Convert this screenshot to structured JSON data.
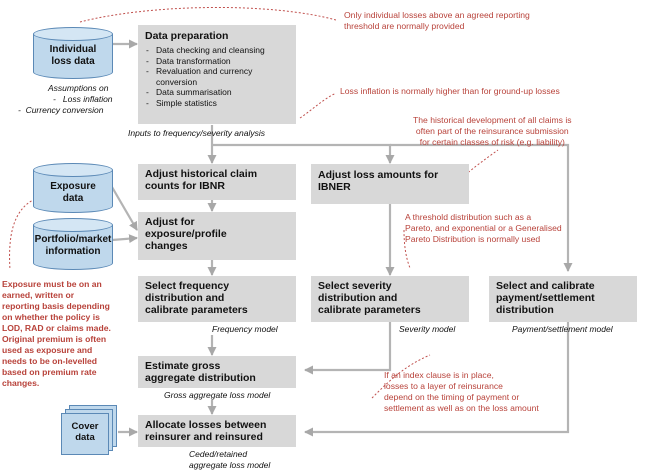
{
  "data_sources": {
    "individual_loss": "Individual\nloss data",
    "exposure": "Exposure\ndata",
    "portfolio": "Portfolio/market\ninformation",
    "cover": "Cover\ndata"
  },
  "assumptions": {
    "title": "Assumptions on",
    "items": [
      "Loss inflation",
      "Currency conversion"
    ]
  },
  "data_prep": {
    "title": "Data preparation",
    "items": [
      "Data checking and cleansing",
      "Data transformation",
      "Revaluation and currency conversion",
      "Data summarisation",
      "Simple statistics"
    ]
  },
  "captions": {
    "inputs": "Inputs to frequency/severity analysis",
    "frequency_model": "Frequency model",
    "severity_model": "Severity model",
    "payment_model": "Payment/settlement model",
    "gross_model": "Gross aggregate loss model",
    "ceded_model": "Ceded/retained\naggregate loss model"
  },
  "steps": {
    "adjust_counts": "Adjust historical claim\ncounts for IBNR",
    "adjust_exposure": "Adjust for\nexposure/profile\nchanges",
    "select_frequency": "Select frequency\ndistribution and\ncalibrate parameters",
    "adjust_loss": "Adjust loss amounts for\nIBNER",
    "select_severity": "Select severity\ndistribution and\ncalibrate parameters",
    "select_payment": "Select and calibrate\npayment/settlement\ndistribution",
    "estimate_gross": "Estimate gross\naggregate distribution",
    "allocate": "Allocate losses between\nreinsurer and reinsured"
  },
  "notes": {
    "threshold": "Only individual losses above  an agreed reporting\nthreshold are normally provided",
    "inflation": "Loss inflation is normally higher than for ground-up losses",
    "historical": "The historical development of  all claims is\noften part of the reinsurance submission\nfor certain classes of risk (e.g. liability)",
    "distribution": "A threshold distribution such as a\nPareto, and exponential  or a Generalised\nPareto Distribution is normally used",
    "index_clause": "If an index clause is in place,\nlosses to a layer of reinsurance\ndepend on the timing of payment or\nsettlement as well as on the loss amount",
    "exposure_basis": "Exposure must be on an\nearned, written or\nreporting basis depending\non whether the policy is\nLOD, RAD or claims made.\nOriginal premium is often\nused as exposure and\nneeds to be on-levelled\nbased on premium rate\nchanges."
  }
}
